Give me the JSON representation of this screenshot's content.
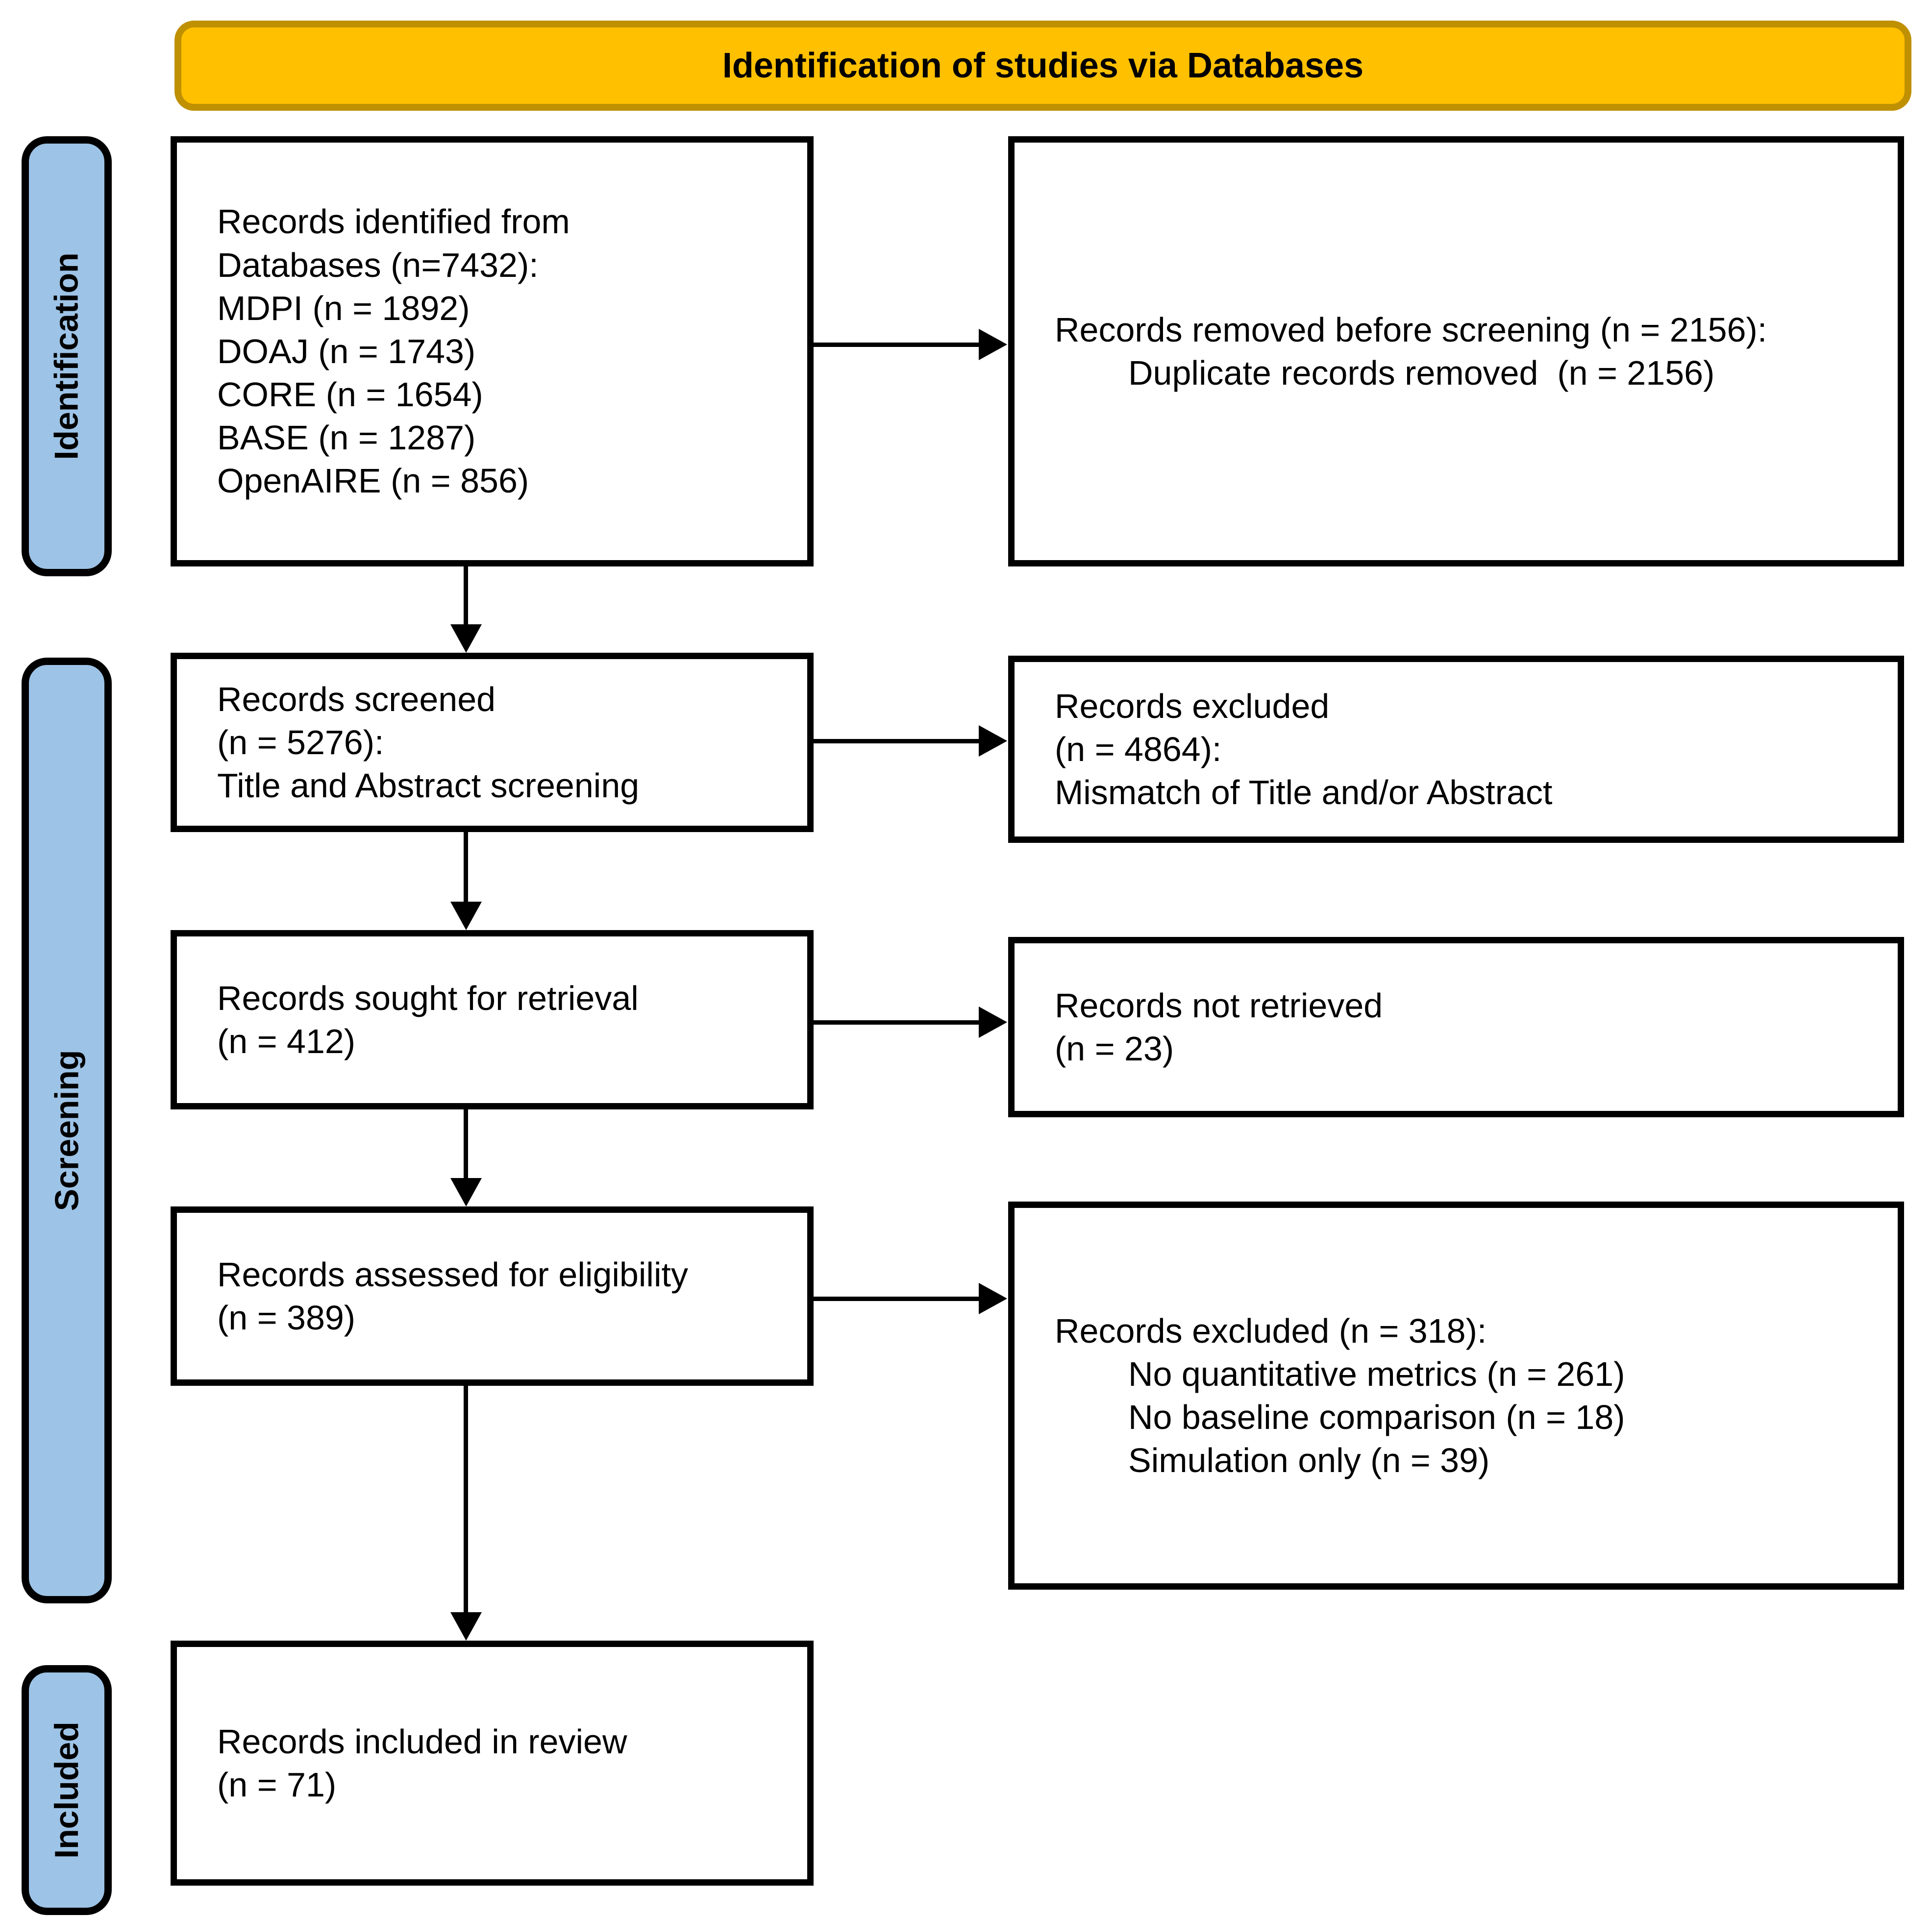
{
  "banner": {
    "title": "Identification of studies via Databases",
    "fill": "#FFC000",
    "border_color": "#BF9000"
  },
  "sidebar": {
    "fill": "#9DC3E6",
    "items": [
      {
        "label": "Identification"
      },
      {
        "label": "Screening"
      },
      {
        "label": "Included"
      }
    ]
  },
  "boxes": {
    "identified": {
      "lines": [
        {
          "text": "Records identified from"
        },
        {
          "text": "Databases (n=7432):"
        },
        {
          "text": "MDPI (n = 1892)"
        },
        {
          "text": "DOAJ (n = 1743)"
        },
        {
          "text": "CORE (n = 1654)"
        },
        {
          "text": "BASE (n = 1287)"
        },
        {
          "text": "OpenAIRE (n = 856)"
        }
      ]
    },
    "removed_before_screening": {
      "lines": [
        {
          "text": "Records removed before screening (n = 2156):"
        },
        {
          "text": "Duplicate records removed  (n = 2156)",
          "indent": true
        }
      ]
    },
    "screened": {
      "lines": [
        {
          "text": "Records screened"
        },
        {
          "text": "(n = 5276):"
        },
        {
          "text": "Title and Abstract screening"
        }
      ]
    },
    "excluded_screening": {
      "lines": [
        {
          "text": "Records excluded"
        },
        {
          "text": "(n = 4864):"
        },
        {
          "text": "Mismatch of Title and/or Abstract"
        }
      ]
    },
    "sought": {
      "lines": [
        {
          "text": "Records sought for retrieval"
        },
        {
          "text": "(n = 412)"
        }
      ]
    },
    "not_retrieved": {
      "lines": [
        {
          "text": "Records not retrieved"
        },
        {
          "text": "(n = 23)"
        }
      ]
    },
    "assessed": {
      "lines": [
        {
          "text": "Records assessed for eligibility"
        },
        {
          "text": "(n = 389)"
        }
      ]
    },
    "excluded_eligibility": {
      "lines": [
        {
          "text": "Records excluded (n = 318):"
        },
        {
          "text": "No quantitative metrics (n = 261)",
          "indent": true
        },
        {
          "text": "No baseline comparison (n = 18)",
          "indent": true
        },
        {
          "text": "Simulation only (n = 39)",
          "indent": true
        }
      ]
    },
    "included_review": {
      "lines": [
        {
          "text": "Records included in review"
        },
        {
          "text": "(n = 71)"
        }
      ]
    }
  }
}
